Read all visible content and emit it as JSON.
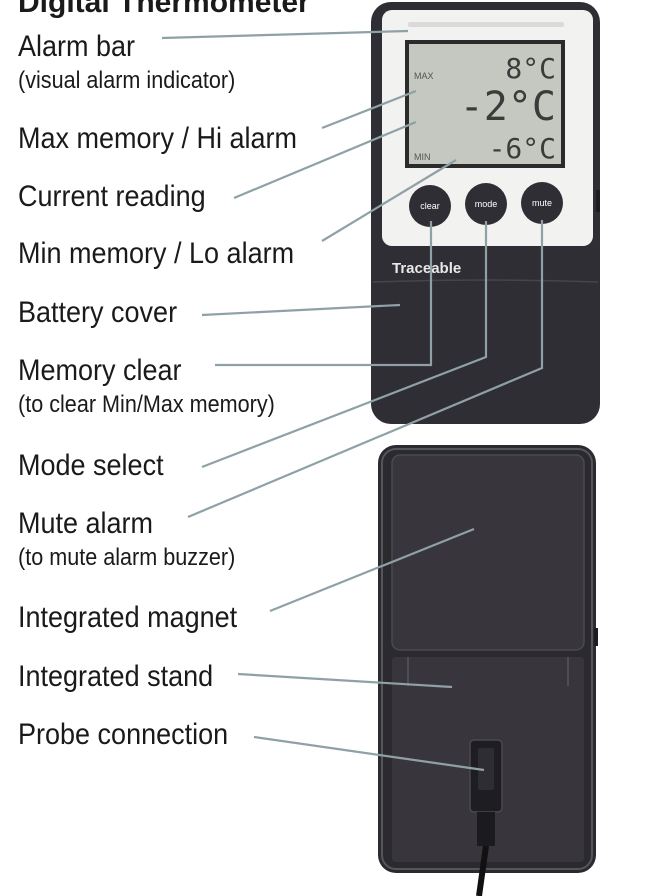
{
  "title": "Digital Thermometer",
  "labels": [
    {
      "main": "Alarm bar",
      "sub": "(visual alarm indicator)"
    },
    {
      "main": "Max memory / Hi alarm"
    },
    {
      "main": "Current reading"
    },
    {
      "main": "Min memory / Lo alarm"
    },
    {
      "main": "Battery cover"
    },
    {
      "main": "Memory clear",
      "sub": "(to clear Min/Max memory)"
    },
    {
      "main": "Mode select"
    },
    {
      "main": "Mute alarm",
      "sub": "(to mute alarm buzzer)"
    },
    {
      "main": "Integrated magnet"
    },
    {
      "main": "Integrated stand"
    },
    {
      "main": "Probe connection"
    }
  ],
  "display": {
    "max_tag": "MAX",
    "min_tag": "MIN",
    "max_value": "8°C",
    "current_value": "-2°C",
    "min_value": "-6°C"
  },
  "buttons": {
    "clear": "clear",
    "mode": "mode",
    "mute": "mute"
  },
  "brand": "Traceable",
  "colors": {
    "body": "#2f2e35",
    "screen": "#c4c8c0",
    "leader": "#8fa1a6"
  }
}
